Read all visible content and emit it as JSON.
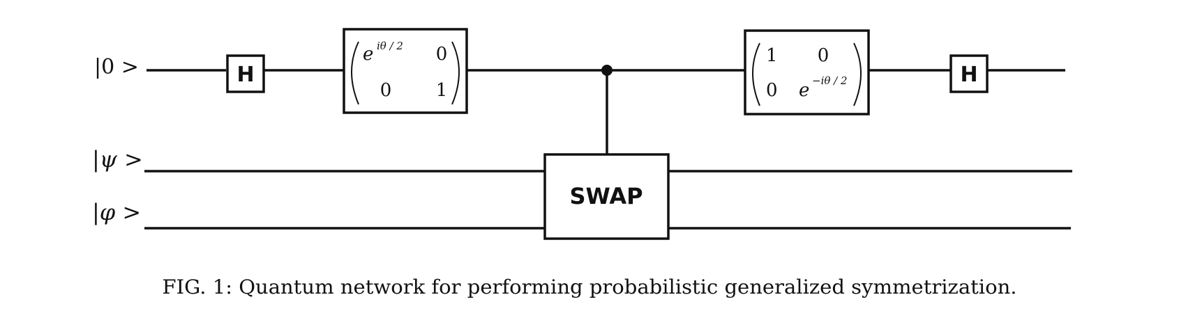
{
  "diagram": {
    "qubits": [
      {
        "id": "q0",
        "label": "|0 >"
      },
      {
        "id": "q1",
        "label": "|ψ >"
      },
      {
        "id": "q2",
        "label": "|φ >"
      }
    ],
    "gates": {
      "h_left": "H",
      "h_right": "H",
      "swap": "SWAP",
      "phase_left": {
        "m00": "e",
        "m00_exp": "iθ / 2",
        "m01": "0",
        "m10": "0",
        "m11": "1"
      },
      "phase_right": {
        "m00": "1",
        "m01": "0",
        "m10": "0",
        "m11": "e",
        "m11_exp": "−iθ / 2"
      }
    },
    "caption": "FIG. 1: Quantum network for performing probabilistic generalized symmetrization."
  }
}
